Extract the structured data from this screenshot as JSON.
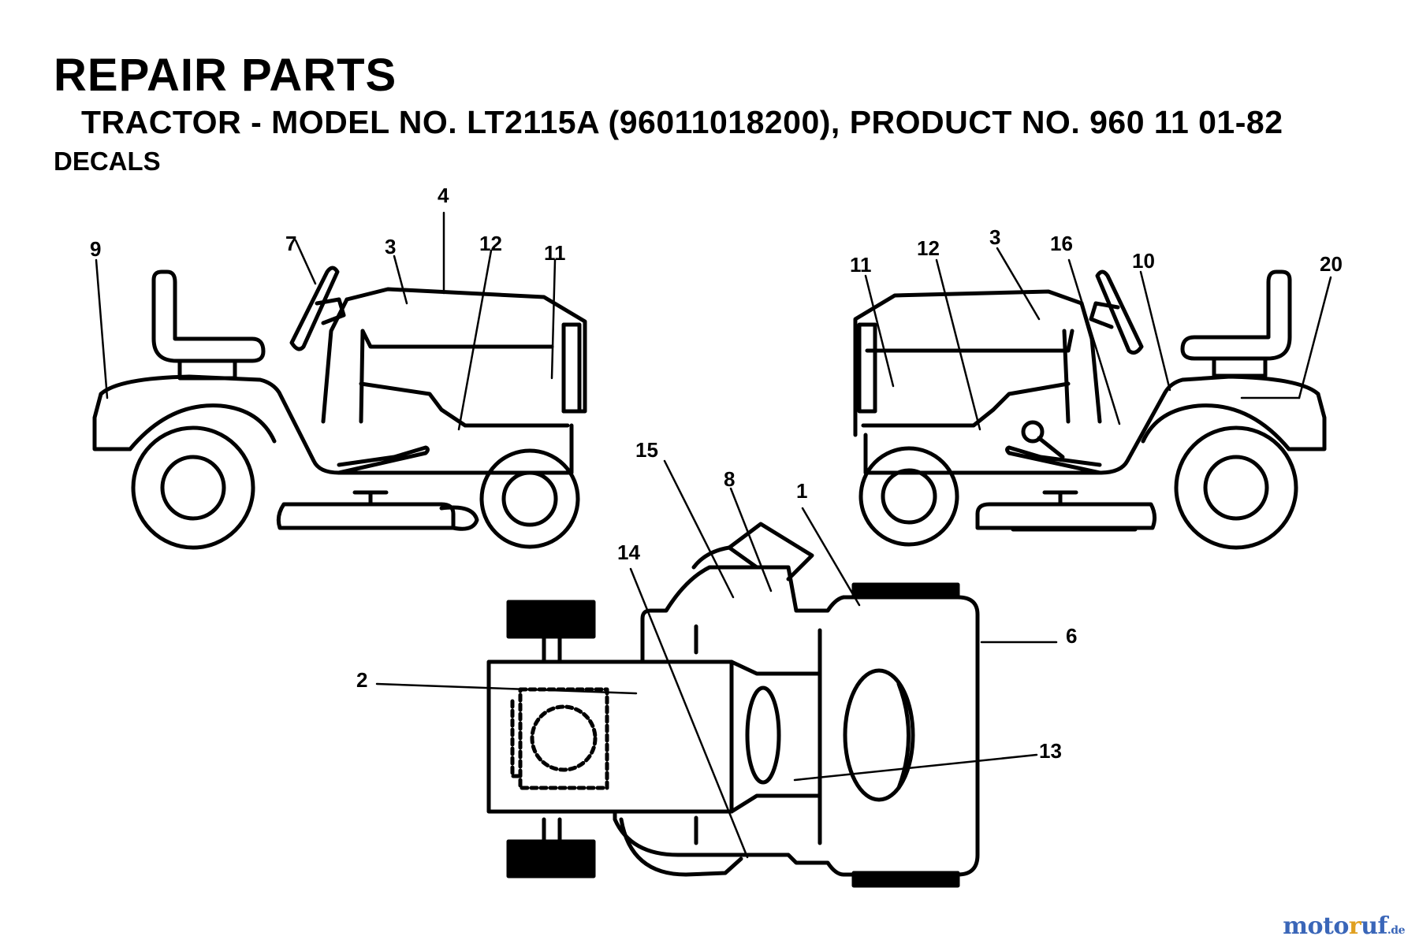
{
  "header": {
    "title": "REPAIR PARTS",
    "subtitle": "TRACTOR - MODEL NO. LT2115A (96011018200), PRODUCT NO. 960 11 01-82",
    "section": "DECALS"
  },
  "callouts": {
    "left_view": [
      "9",
      "7",
      "3",
      "4",
      "12",
      "11"
    ],
    "right_view": [
      "11",
      "12",
      "3",
      "16",
      "10",
      "20"
    ],
    "top_view": [
      "15",
      "8",
      "1",
      "14",
      "6",
      "2",
      "13"
    ]
  },
  "watermark": {
    "part1": "moto",
    "part2": "r",
    "part3": "uf",
    "suffix": ".de"
  }
}
